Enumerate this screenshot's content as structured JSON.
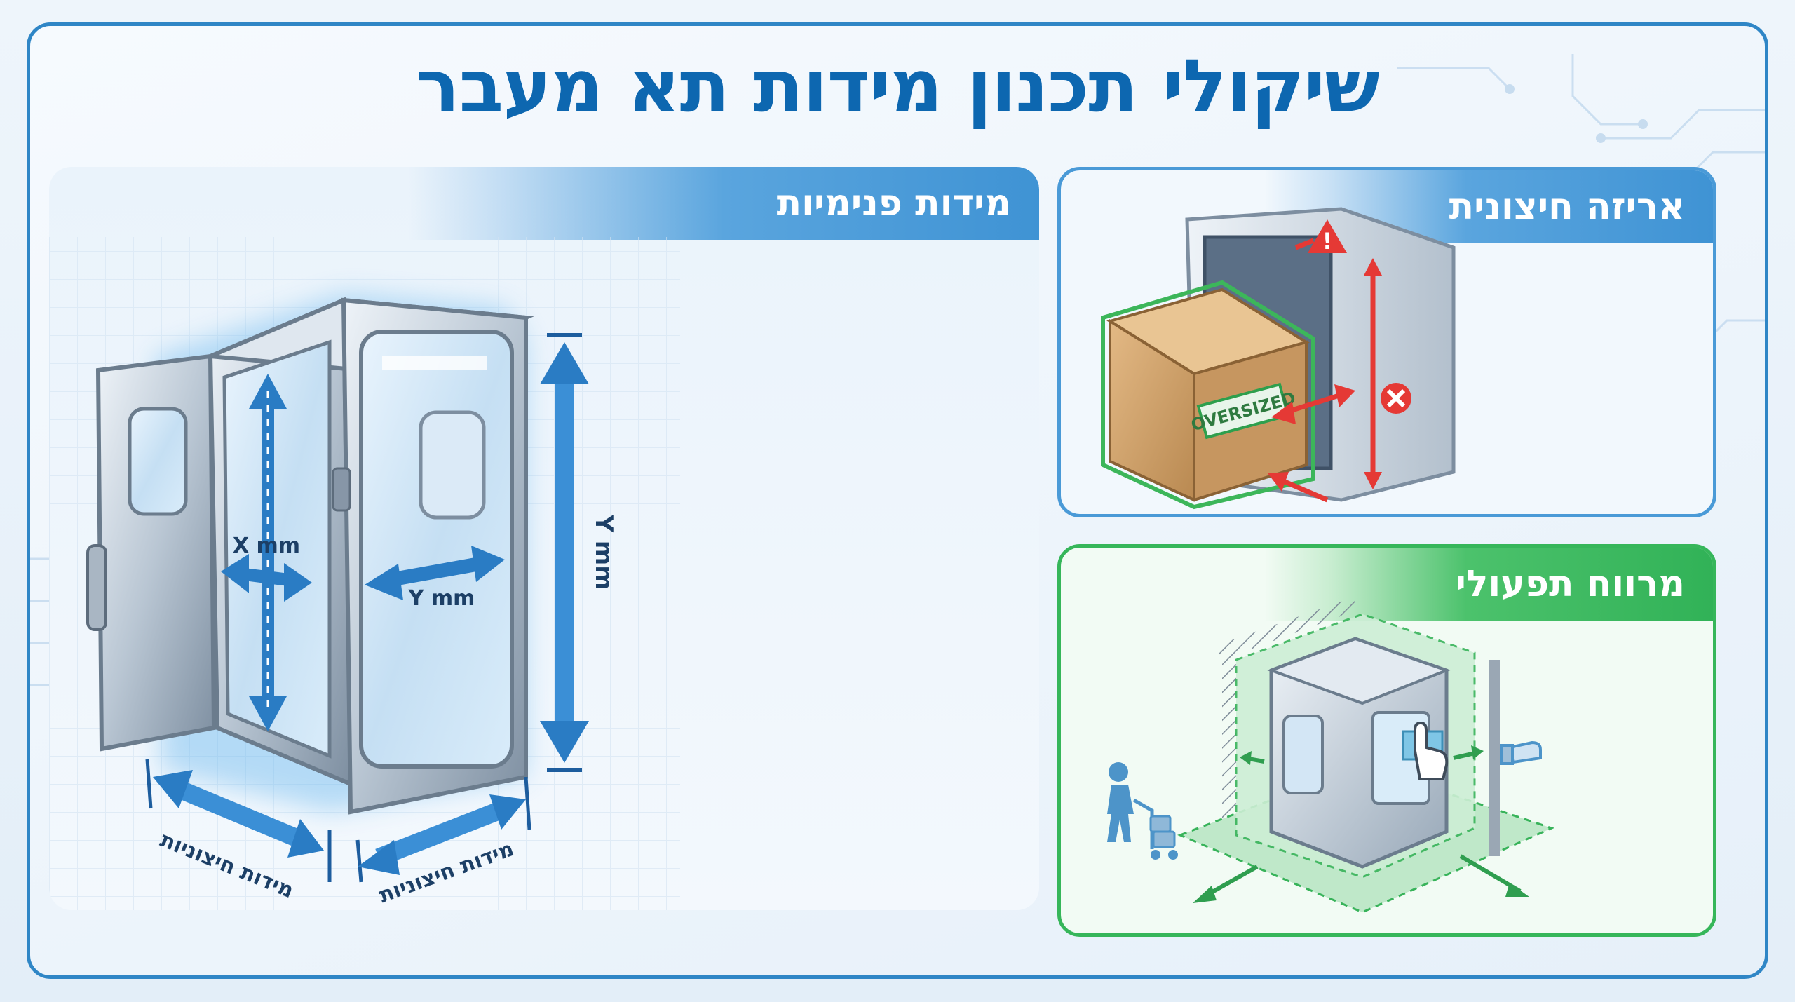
{
  "title": "שיקולי תכנון מידות תא מעבר",
  "panels": {
    "inner": {
      "heading": "מידות פנימיות",
      "label_x": "X mm",
      "label_y_inner": "Y mm",
      "label_y_height": "Y mm",
      "label_outer_left": "מידות חיצוניות",
      "label_outer_right": "מידות חיצוניות"
    },
    "packaging": {
      "heading": "אריזה חיצונית",
      "box_label": "OVERSIZED"
    },
    "operational": {
      "heading": "מרווח תפעולי"
    }
  },
  "colors": {
    "accent_blue": "#0d67b0",
    "frame_blue": "#2f86c6",
    "green": "#36b65a",
    "warning_red": "#e53935"
  },
  "icons": [
    "warning-icon",
    "error-x-icon",
    "person-with-cart-icon",
    "hand-touch-icon",
    "hand-glove-icon"
  ]
}
